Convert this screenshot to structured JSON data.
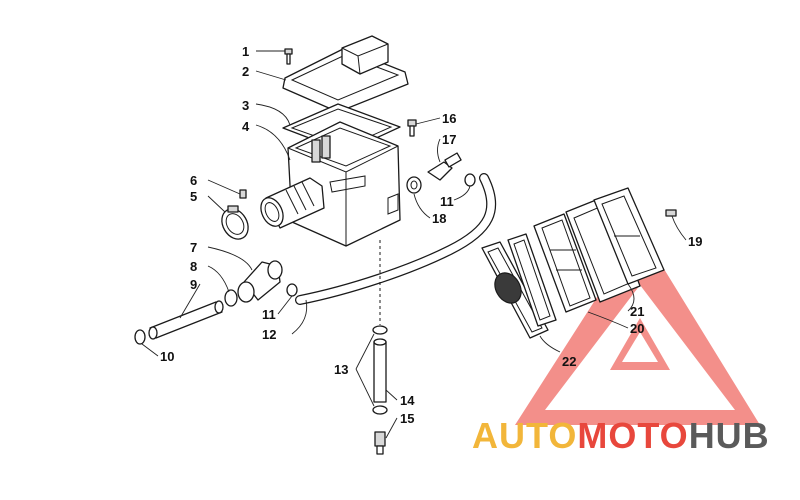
{
  "callouts": {
    "c1": "1",
    "c2": "2",
    "c3": "3",
    "c4": "4",
    "c5": "5",
    "c6": "6",
    "c7": "7",
    "c8": "8",
    "c9": "9",
    "c10": "10",
    "c11a": "11",
    "c11b": "11",
    "c12": "12",
    "c13": "13",
    "c14": "14",
    "c15": "15",
    "c16": "16",
    "c17": "17",
    "c18": "18",
    "c19": "19",
    "c20": "20",
    "c21": "21",
    "c22": "22"
  },
  "watermark": {
    "brand_part1": "AUTO",
    "brand_part2": "MOTO",
    "brand_part3": "HUB",
    "color_yellow": "#f2b63a",
    "color_red": "#e8473c",
    "color_grey": "#5a5a5a",
    "triangle_color": "#ef6a63"
  }
}
